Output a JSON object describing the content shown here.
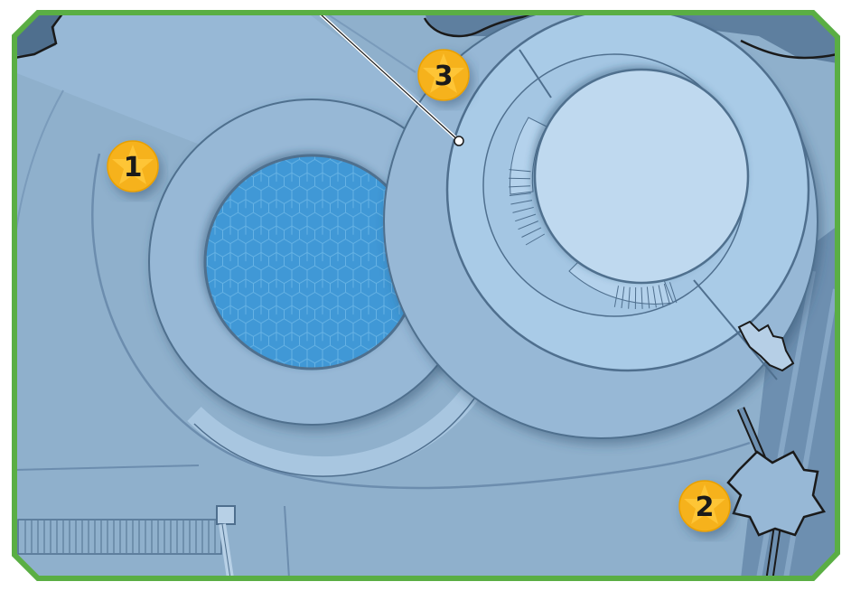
{
  "colors": {
    "frame": "#5aae44",
    "ground": "#8fb0cc",
    "plaza": "#97b8d6",
    "tower_top": "#a9cbe7",
    "tower_core": "#bfd9ef",
    "water": "#3f98d6",
    "outline": "#4f6f8e",
    "marker_fill": "#f6b21a",
    "marker_text": "#1a1a1a",
    "dark_edge": "#1a1a1a"
  },
  "markers": [
    {
      "id": "1",
      "label": "1"
    },
    {
      "id": "2",
      "label": "2"
    },
    {
      "id": "3",
      "label": "3"
    }
  ],
  "icons": {
    "marker": "star-badge-icon",
    "tree": "tree-icon"
  }
}
